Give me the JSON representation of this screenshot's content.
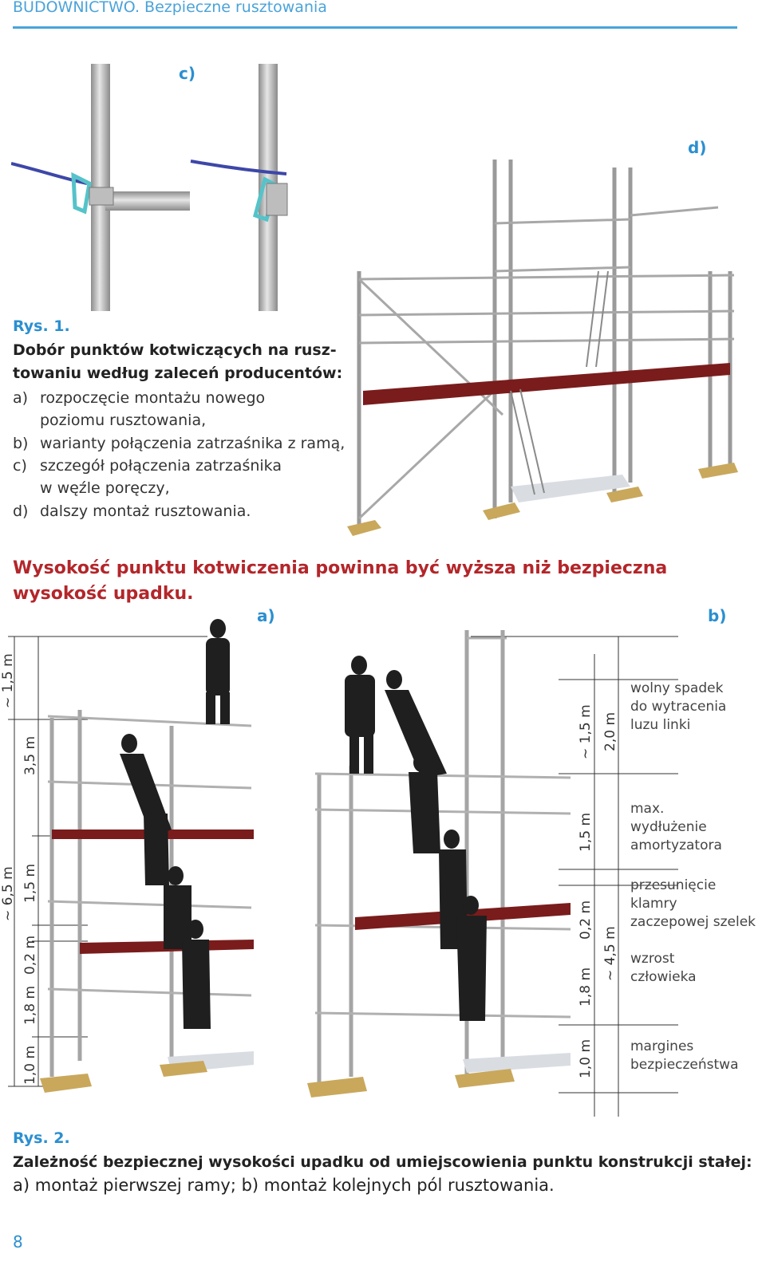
{
  "header": {
    "text": "BUDOWNICTWO. Bezpieczne rusztowania"
  },
  "figure1": {
    "label_c": "c)",
    "label_d": "d)",
    "caption_title": "Rys. 1.",
    "caption_bold_1": "Dobór punktów kotwiczących na rusz-",
    "caption_bold_2": "towaniu według zaleceń producentów:",
    "items": [
      {
        "marker": "a)",
        "line1": "rozpoczęcie montażu nowego",
        "line2": "poziomu rusztowania,"
      },
      {
        "marker": "b)",
        "line1": "warianty połączenia zatrzaśnika z ramą,",
        "line2": ""
      },
      {
        "marker": "c)",
        "line1": "szczegół połączenia zatrzaśnika",
        "line2": "w węźle poręczy,"
      },
      {
        "marker": "d)",
        "line1": "dalszy montaż rusztowania.",
        "line2": ""
      }
    ]
  },
  "warning": {
    "text": "Wysokość punktu kotwiczenia powinna być wyższa niż bezpieczna wysokość upadku."
  },
  "figure2": {
    "label_a": "a)",
    "label_b": "b)",
    "left_dims": {
      "outer_top": "~ 1,5 m",
      "outer_bottom": "~ 6,5 m",
      "inner_35": "3,5 m",
      "inner_15": "1,5 m",
      "inner_02": "0,2 m",
      "inner_18": "1,8 m",
      "inner_10": "1,0 m"
    },
    "right_dims": {
      "d15a": "~ 1,5 m",
      "d20": "2,0 m",
      "d15b": "1,5 m",
      "d02": "0,2 m",
      "d45": "~ 4,5 m",
      "d18": "1,8 m",
      "d10": "1,0 m"
    },
    "side_labels": {
      "l1": [
        "wolny spadek",
        "do wytracenia",
        "luzu linki"
      ],
      "l2": [
        "max.",
        "wydłużenie",
        "amortyzatora"
      ],
      "l3": [
        "przesunięcie klamry",
        "zaczepowej szelek"
      ],
      "l4": [
        "wzrost",
        "człowieka"
      ],
      "l5": [
        "margines",
        "bezpieczeństwa"
      ]
    },
    "caption_title": "Rys. 2.",
    "caption_bold": "Zależność bezpiecznej wysokości upadku od umiejscowienia punktu konstrukcji stałej:",
    "caption_text": "a) montaż pierwszej ramy; b) montaż kolejnych pól rusztowania."
  },
  "page": {
    "number": "8"
  },
  "colors": {
    "accent": "#2b8fd0",
    "warning": "#b3262a",
    "deck": "#7a1c1c"
  }
}
